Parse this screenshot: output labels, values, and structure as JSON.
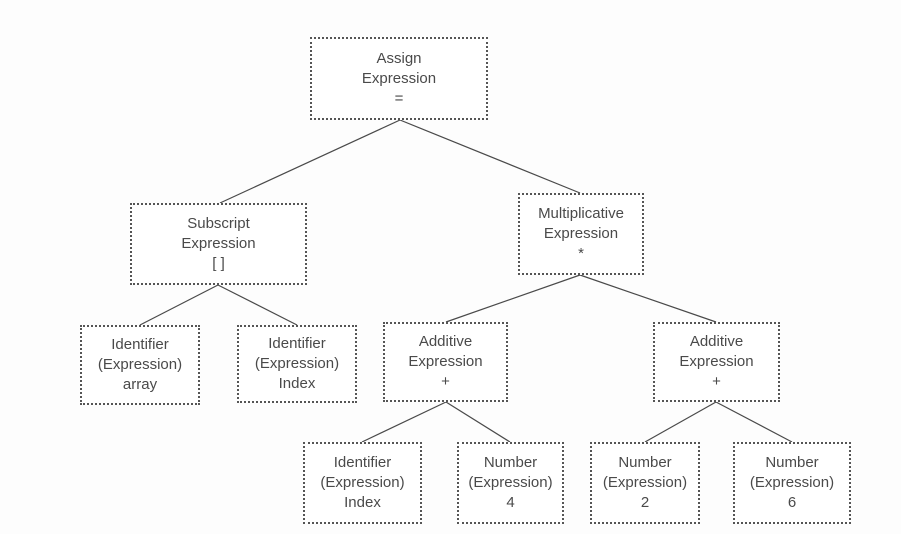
{
  "nodes": {
    "assign": {
      "line1": "Assign",
      "line2": "Expression",
      "line3": "="
    },
    "subscript": {
      "line1": "Subscript",
      "line2": "Expression",
      "line3": "[ ]"
    },
    "mult": {
      "line1": "Multiplicative",
      "line2": "Expression",
      "line3": "*"
    },
    "id_array": {
      "line1": "Identifier",
      "line2": "(Expression)",
      "line3": "array"
    },
    "id_index1": {
      "line1": "Identifier",
      "line2": "(Expression)",
      "line3": "Index"
    },
    "add1": {
      "line1": "Additive",
      "line2": "Expression",
      "line3": "+"
    },
    "add2": {
      "line1": "Additive",
      "line2": "Expression",
      "line3": "+"
    },
    "id_index2": {
      "line1": "Identifier",
      "line2": "(Expression)",
      "line3": "Index"
    },
    "num4": {
      "line1": "Number",
      "line2": "(Expression)",
      "line3": "4"
    },
    "num2": {
      "line1": "Number",
      "line2": "(Expression)",
      "line3": "2"
    },
    "num6": {
      "line1": "Number",
      "line2": "(Expression)",
      "line3": "6"
    }
  },
  "colors": {
    "border": "#555555",
    "text": "#4a4a4a",
    "edge": "#4a4a4a"
  }
}
